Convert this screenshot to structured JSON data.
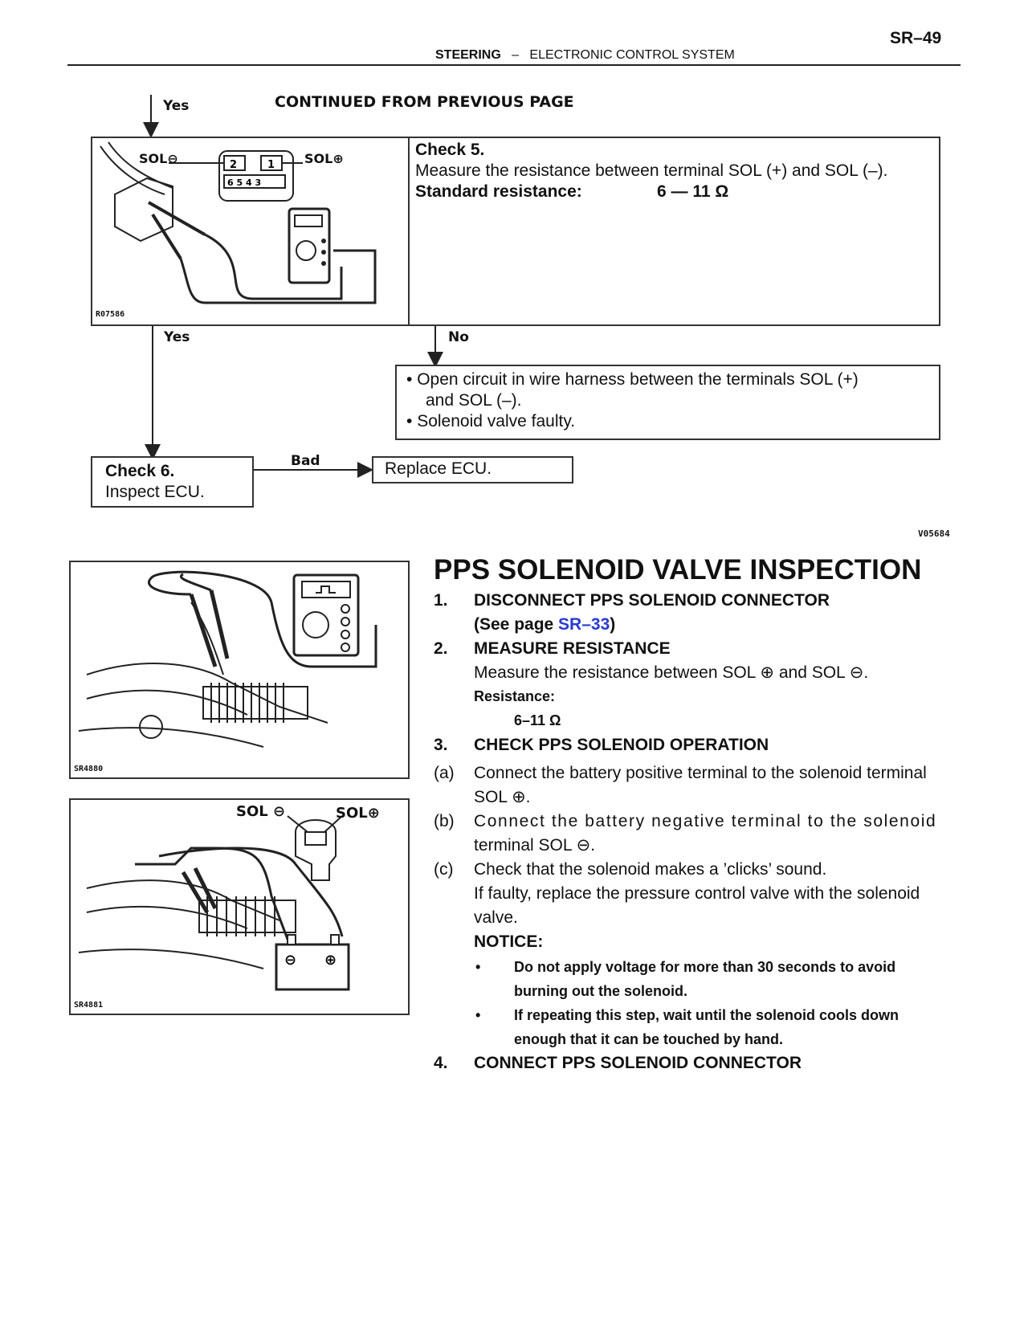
{
  "header": {
    "page_number": "SR–49",
    "section": "STEERING",
    "separator": "–",
    "subsection": "ELECTRONIC CONTROL SYSTEM"
  },
  "flowchart": {
    "entry_label": "Yes",
    "continued": "CONTINUED FROM PREVIOUS PAGE",
    "check5": {
      "title": "Check 5.",
      "instruction": "Measure the resistance between terminal SOL (+) and SOL (–).",
      "std_label": "Standard resistance:",
      "std_value": "6 — 11 Ω"
    },
    "fig1": {
      "sol_minus": "SOL",
      "sol_plus": "SOL",
      "code": "R07586"
    },
    "yes_label": "Yes",
    "no_label": "No",
    "fault_box": {
      "line1": "Open circuit in wire harness between the terminals SOL (+)",
      "line1b": "and SOL (–).",
      "line2": "Solenoid valve faulty."
    },
    "check6": {
      "title": "Check 6.",
      "instruction": "Inspect ECU."
    },
    "bad_label": "Bad",
    "replace": "Replace ECU.",
    "diagram_code": "V05684"
  },
  "figures": {
    "fig_a_code": "SR4880",
    "fig_b_code": "SR4881",
    "fig_b_sol_minus": "SOL",
    "fig_b_sol_plus": "SOL"
  },
  "section": {
    "title": "PPS SOLENOID VALVE INSPECTION",
    "step1_num": "1.",
    "step1_title": "DISCONNECT PPS SOLENOID CONNECTOR",
    "step1_see_pre": "(See page ",
    "step1_link": "SR–33",
    "step1_see_post": ")",
    "step2_num": "2.",
    "step2_title": "MEASURE RESISTANCE",
    "step2_text": "Measure the resistance between SOL ⊕ and SOL ⊖.",
    "step2_res_label": "Resistance:",
    "step2_res_value": "6–11 Ω",
    "step3_num": "3.",
    "step3_title": "CHECK PPS SOLENOID OPERATION",
    "a_label": "(a)",
    "a_line1": "Connect the battery positive terminal to the solenoid terminal",
    "a_line2": "SOL ⊕.",
    "b_label": "(b)",
    "b_line1": "Connect the battery negative terminal to the solenoid",
    "b_line2": "terminal SOL ⊖.",
    "c_label": "(c)",
    "c_line1": "Check that the solenoid makes a ’clicks’ sound.",
    "c_line2": "If faulty, replace the pressure control valve with the solenoid",
    "c_line3": "valve.",
    "notice": "NOTICE:",
    "bullet": "•",
    "n1_line1": "Do not apply voltage for more than 30 seconds to avoid",
    "n1_line2": "burning out the solenoid.",
    "n2_line1": "If repeating this step, wait until the solenoid cools down",
    "n2_line2": "enough that it can be touched by hand.",
    "step4_num": "4.",
    "step4_title": "CONNECT PPS SOLENOID CONNECTOR"
  }
}
